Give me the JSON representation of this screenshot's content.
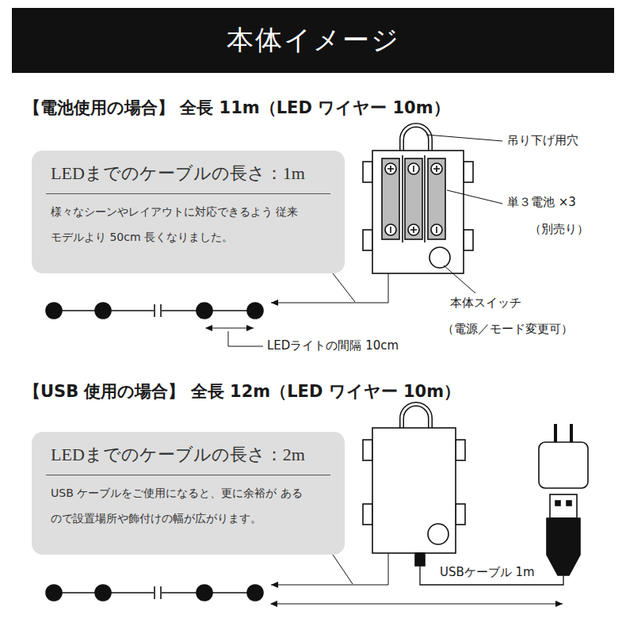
{
  "diagram": {
    "title": "本体イメージ",
    "nodes": [
      {
        "text": [
          "LEDまでのケーブルの長さ：1m",
          "様々なシーンやレイアウトに対応できるよう 従来モデルより 50cm 長くなりました。"
        ]
      },
      {
        "text": [
          "LEDまでのケーブルの長さ：2m",
          "USB ケーブルをご使用になると、更に余裕が あるので設置場所や飾付けの幅が広がります。"
        ]
      }
    ],
    "labels": [
      "【電池使用の場合】 全長 11m（LED ワイヤー 10m）",
      "吊り下げ用穴",
      "単３電池 ×3",
      "（別売り）",
      "本体スイッチ",
      "（電源／モード変更可）",
      "LEDライトの間隔 10cm",
      "【USB 使用の場合】 全長 12m（LED ワイヤー 10m）",
      "USBケーブル 1m"
    ]
  }
}
